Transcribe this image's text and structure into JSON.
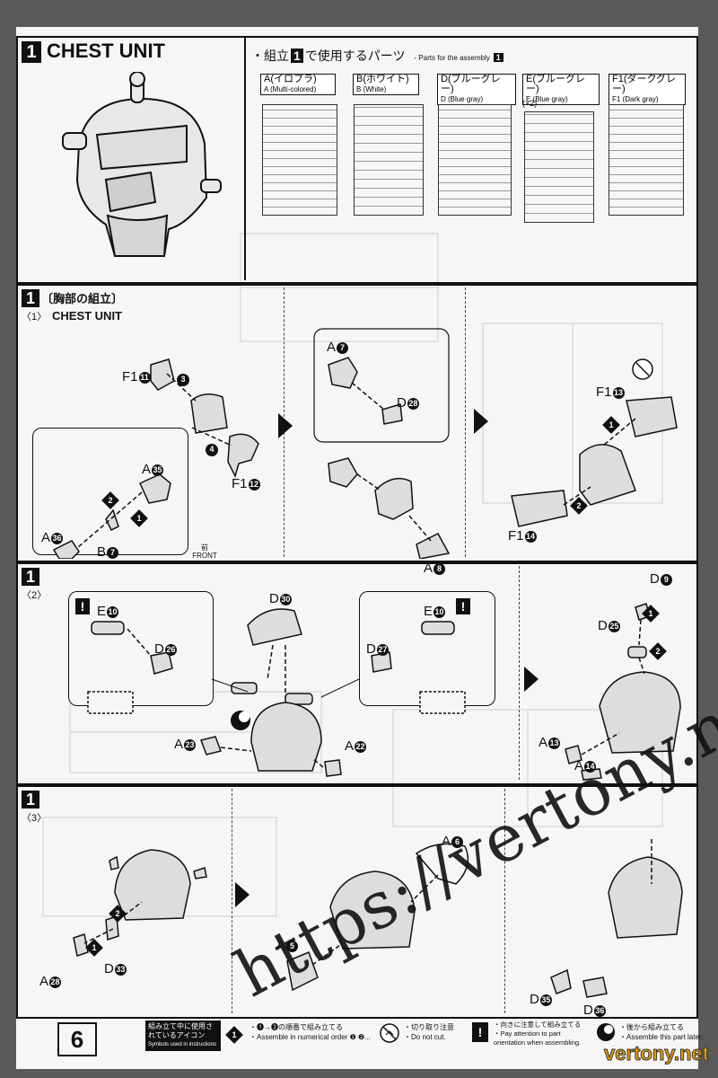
{
  "header": {
    "step": "1",
    "title": "CHEST UNIT",
    "parts_heading_jp_pre": "・組立",
    "parts_heading_num": "1",
    "parts_heading_jp_post": "で使用するパーツ",
    "parts_heading_en": "- Parts for the assembly",
    "sprues": [
      {
        "jp": "A(イロプラ)",
        "en": "A (Multi-colored)"
      },
      {
        "jp": "B(ホワイト)",
        "en": "B (White)"
      },
      {
        "jp": "D(ブルーグレー)",
        "en": "D (Blue gray)"
      },
      {
        "jp": "E(ブルーグレー)",
        "en": "E (Blue gray)",
        "note": "(×2)"
      },
      {
        "jp": "F1(ダークグレー)",
        "en": "F1 (Dark gray)"
      }
    ]
  },
  "section1": {
    "step": "1",
    "title_jp": "〔胸部の組立〕",
    "sub": "〈1〉",
    "title_en": "CHEST UNIT",
    "front_jp": "前",
    "front_en": "FRONT",
    "labels": {
      "f1_11": "F1",
      "n11": "11",
      "n3": "3",
      "n4": "4",
      "f1_12": "F1",
      "n12": "12",
      "a35": "A",
      "n35": "35",
      "a36": "A",
      "n36": "36",
      "b7": "B",
      "n7": "7",
      "s2": "2",
      "s1": "1",
      "a7": "A",
      "n7b": "7",
      "d28": "D",
      "n28": "28",
      "a8": "A",
      "n8": "8",
      "f1_13": "F1",
      "n13": "13",
      "f1_14": "F1",
      "n14": "14",
      "s1b": "1",
      "s2b": "2"
    }
  },
  "section2": {
    "step": "1",
    "sub": "〈2〉",
    "labels": {
      "e10a": "E",
      "n10a": "10",
      "d26": "D",
      "n26": "26",
      "d30": "D",
      "n30": "30",
      "e10b": "E",
      "n10b": "10",
      "d27": "D",
      "n27": "27",
      "a23": "A",
      "n23": "23",
      "a22": "A",
      "n22": "22",
      "d9": "D",
      "n9": "9",
      "d25": "D",
      "n25": "25",
      "a13": "A",
      "n13": "13",
      "a14": "A",
      "n14": "14",
      "s1": "1",
      "s2": "2"
    }
  },
  "section3": {
    "step": "1",
    "sub": "〈3〉",
    "labels": {
      "a28": "A",
      "n28": "28",
      "d33": "D",
      "n33": "33",
      "s1": "1",
      "s2": "2",
      "a6": "A",
      "n6": "6",
      "a5": "A",
      "n5": "5",
      "d35": "D",
      "n35": "35",
      "d36": "D",
      "n36": "36"
    }
  },
  "footer": {
    "page_number": "6",
    "legend_title_jp": "組み立て中に使用されているアイコン",
    "legend_title_en": "Symbols used in instructions",
    "items": [
      {
        "jp": "・❶→❷の順番で組み立てる",
        "en": "・Assemble in numerical order ❶ ❷..."
      },
      {
        "jp": "・切り取り注意",
        "en": "・Do not cut."
      },
      {
        "jp": "・向きに注意して組み立てる",
        "en": "・Pay attention to part orientation when assembling."
      },
      {
        "jp": "・後から組み立てる",
        "en": "・Assemble this part later."
      }
    ]
  },
  "watermark": {
    "url": "https://vertony.net/",
    "brand": "vertony.net"
  }
}
